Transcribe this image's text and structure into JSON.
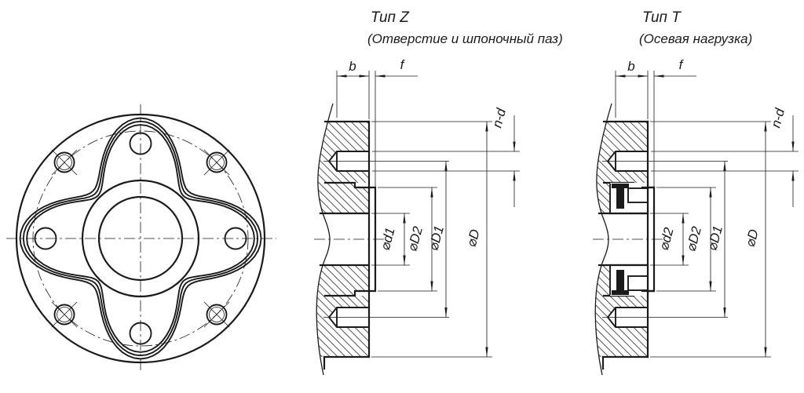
{
  "drawing": {
    "background": "#ffffff",
    "line_color": "#1b1b1b",
    "type_z": {
      "title": "Тип Z",
      "subtitle": "(Отверстие и шпоночный паз)",
      "dims": {
        "b": "b",
        "f": "f",
        "n_d": "n-d",
        "d1": "⌀d1",
        "D2": "⌀D2",
        "D1": "⌀D1",
        "D": "⌀D"
      }
    },
    "type_t": {
      "title": "Тип Т",
      "subtitle": "(Осевая нагрузка)",
      "dims": {
        "b": "b",
        "f": "f",
        "n_d": "n-d",
        "d2": "⌀d2",
        "D2": "⌀D2",
        "D1": "⌀D1",
        "D": "⌀D"
      }
    }
  }
}
